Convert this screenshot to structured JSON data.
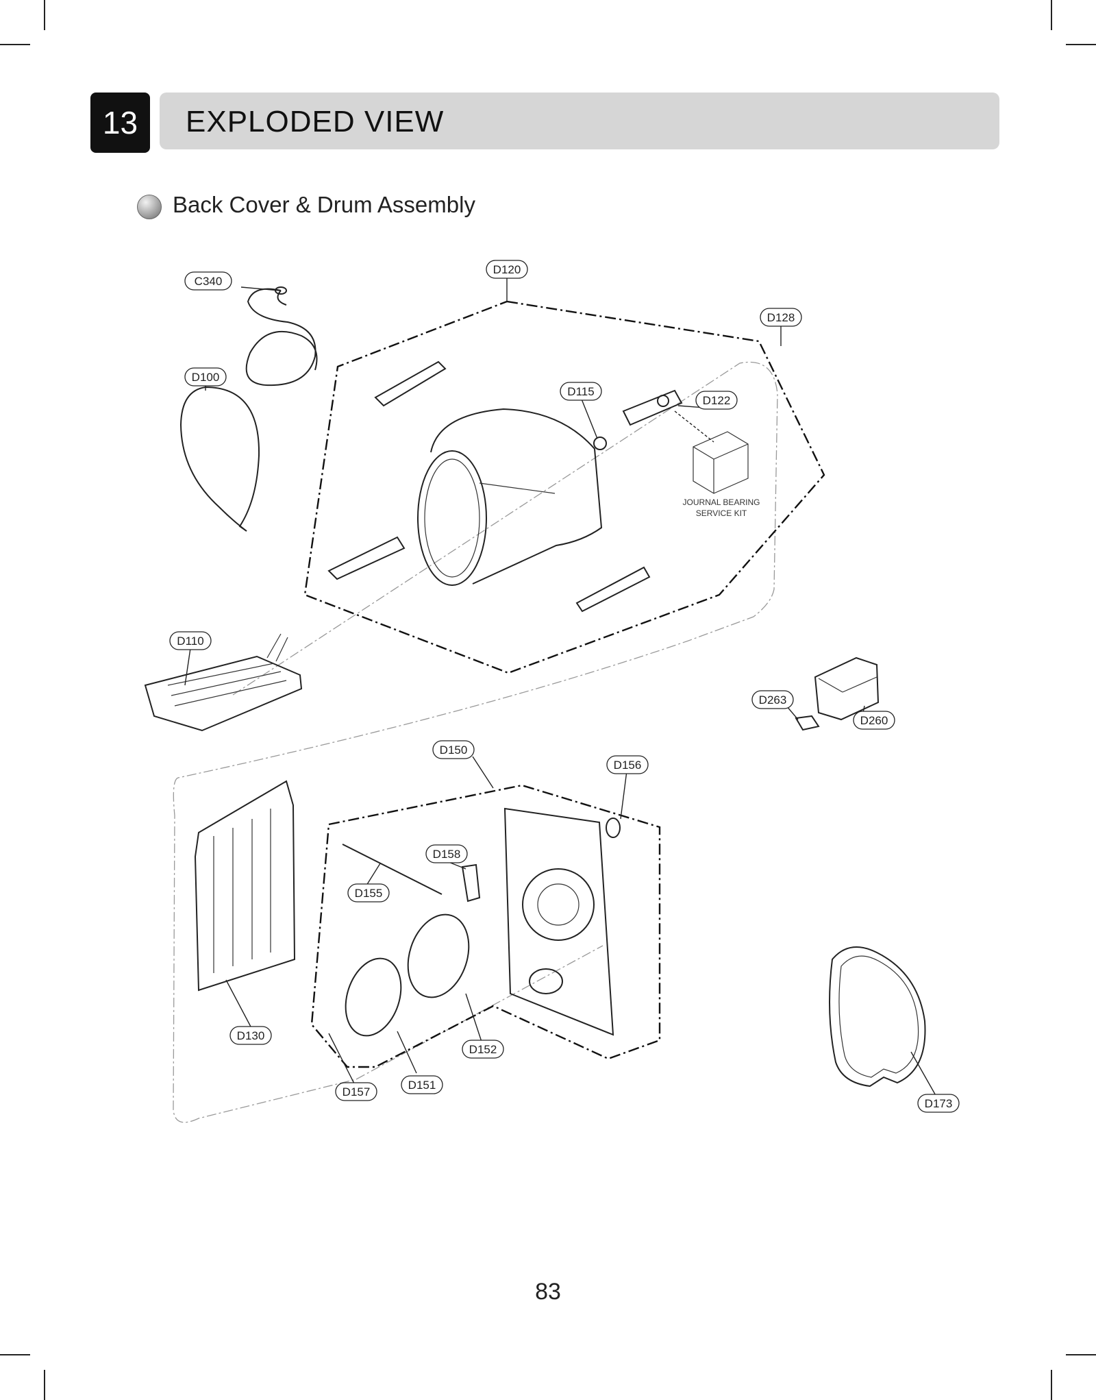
{
  "section": {
    "number": "13",
    "title": "EXPLODED VIEW"
  },
  "subsection": {
    "title": "Back Cover & Drum Assembly"
  },
  "diagram": {
    "parts": {
      "C340": "C340",
      "D120": "D120",
      "D128": "D128",
      "D100": "D100",
      "D115": "D115",
      "D122": "D122",
      "D110": "D110",
      "D263": "D263",
      "D260": "D260",
      "D150": "D150",
      "D156": "D156",
      "D158": "D158",
      "D155": "D155",
      "D130": "D130",
      "D152": "D152",
      "D151": "D151",
      "D157": "D157",
      "D173": "D173"
    },
    "kit_note": {
      "line1": "JOURNAL BEARING",
      "line2": "SERVICE KIT"
    }
  },
  "page_number": "83"
}
